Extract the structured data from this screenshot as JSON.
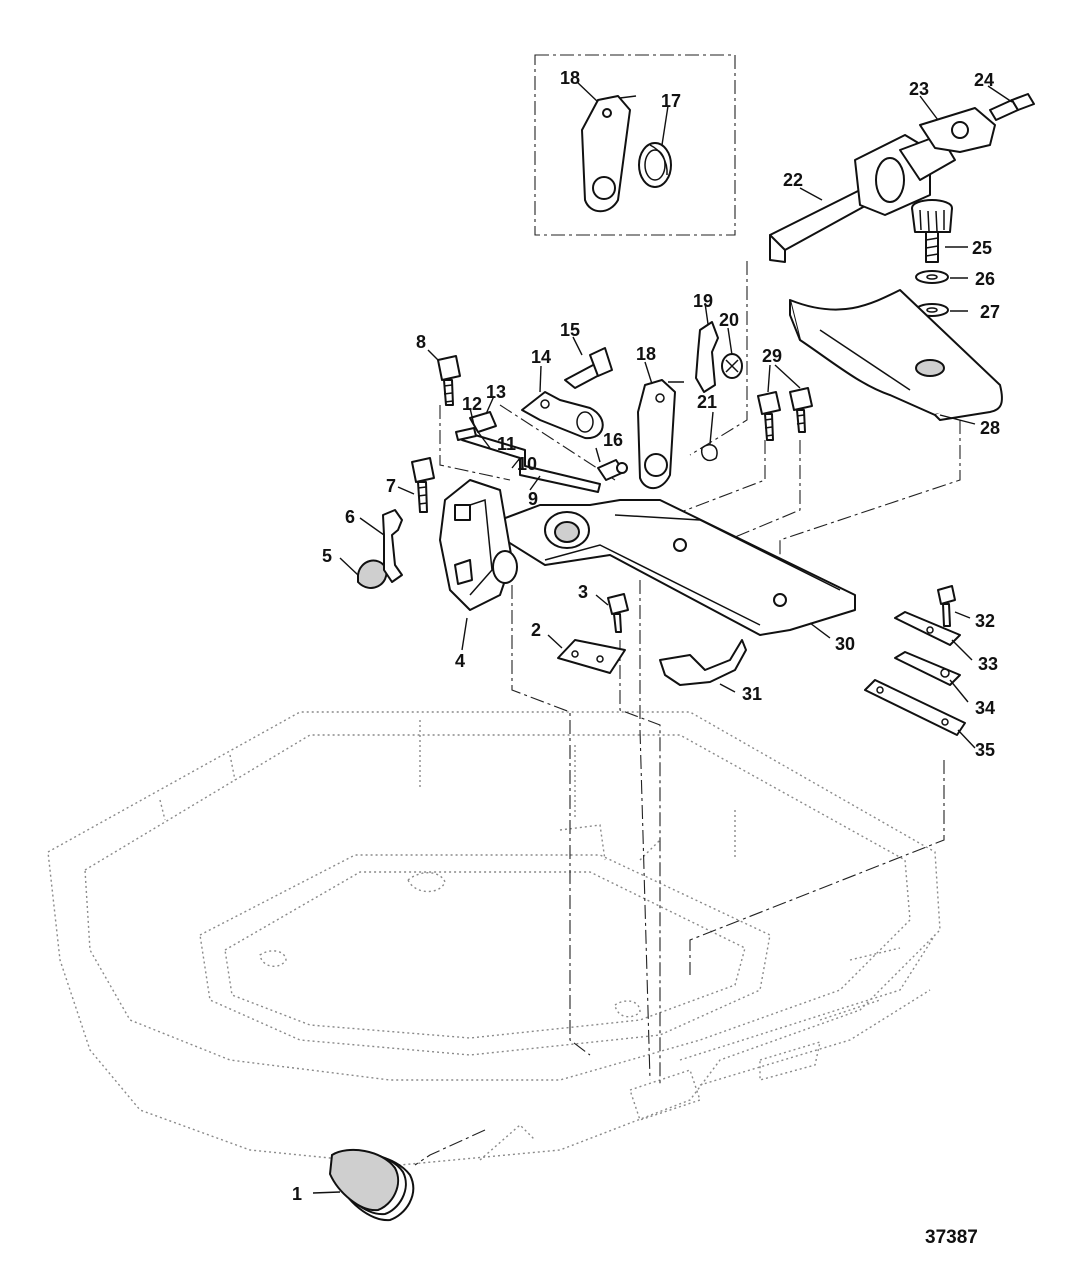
{
  "callouts": [
    "1",
    "2",
    "3",
    "4",
    "5",
    "6",
    "7",
    "8",
    "9",
    "10",
    "11",
    "12",
    "13",
    "14",
    "15",
    "16",
    "17",
    "18",
    "18",
    "19",
    "20",
    "21",
    "22",
    "23",
    "24",
    "25",
    "26",
    "27",
    "28",
    "29",
    "30",
    "31",
    "32",
    "33",
    "34",
    "35"
  ],
  "reference_number": "37387"
}
